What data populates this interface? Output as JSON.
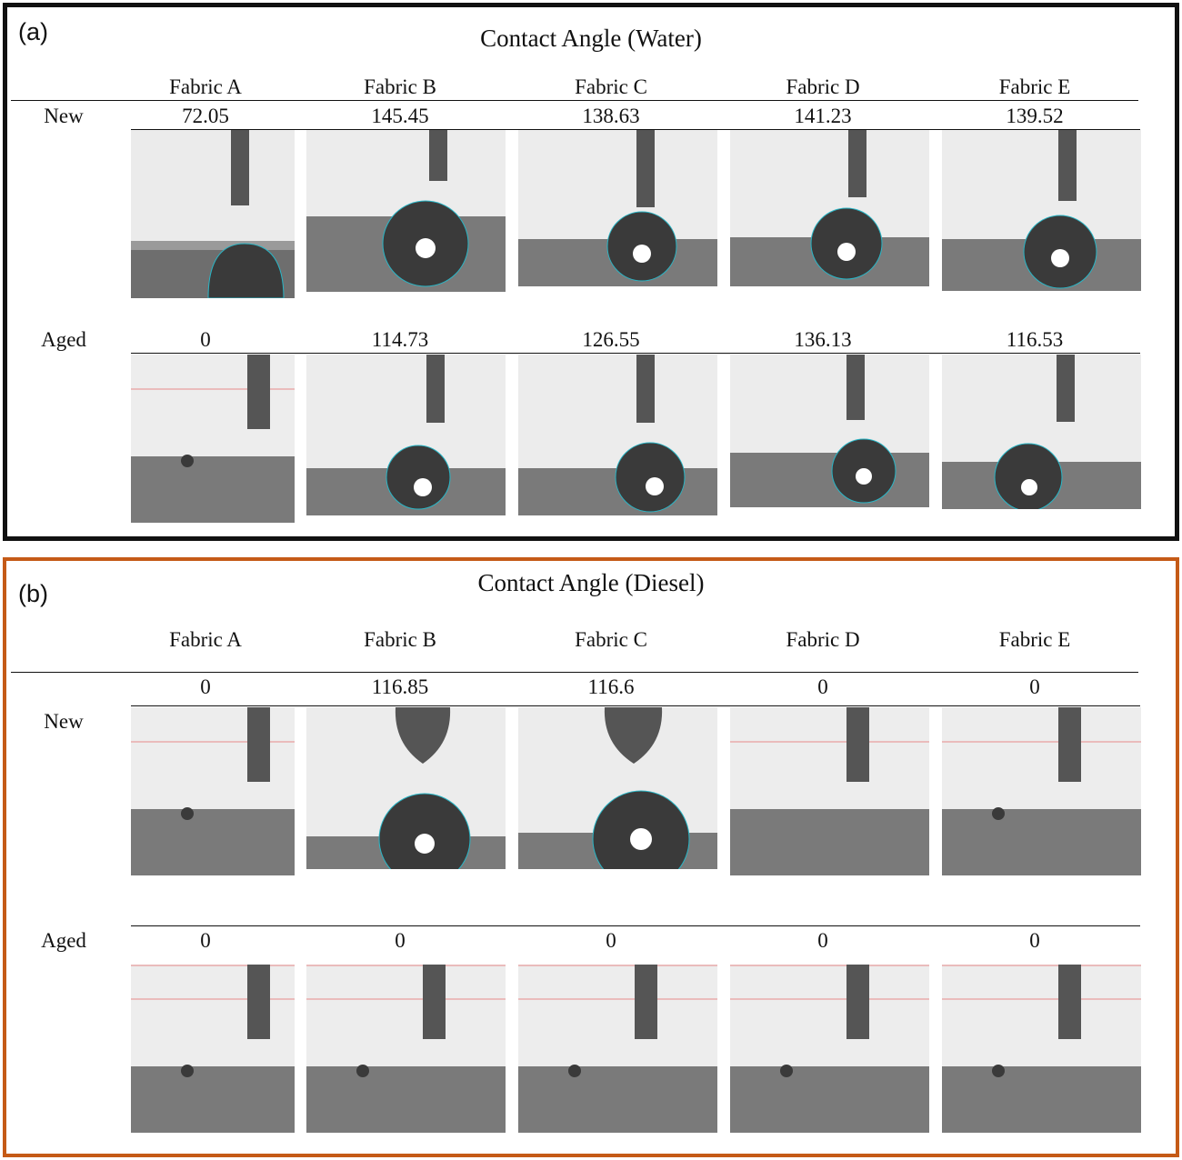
{
  "panels": [
    {
      "letter": "(a)",
      "title": "Contact Angle (Water)",
      "columns": [
        "Fabric A",
        "Fabric B",
        "Fabric C",
        "Fabric D",
        "Fabric E"
      ],
      "rows": [
        {
          "label": "New",
          "values": [
            "72.05",
            "145.45",
            "138.63",
            "141.23",
            "139.52"
          ]
        },
        {
          "label": "Aged",
          "values": [
            "0",
            "114.73",
            "126.55",
            "136.13",
            "116.53"
          ]
        }
      ]
    },
    {
      "letter": "(b)",
      "title": "Contact Angle (Diesel)",
      "columns": [
        "Fabric A",
        "Fabric B",
        "Fabric C",
        "Fabric D",
        "Fabric E"
      ],
      "rows": [
        {
          "label": "New",
          "values": [
            "0",
            "116.85",
            "116.6",
            "0",
            "0"
          ]
        },
        {
          "label": "Aged",
          "values": [
            "0",
            "0",
            "0",
            "0",
            "0"
          ]
        }
      ]
    }
  ],
  "colors": {
    "panel_a_border": "#111111",
    "panel_b_border": "#c55a17",
    "fit_line": "#29b6c6",
    "baseline_red": "#e88a8a"
  }
}
